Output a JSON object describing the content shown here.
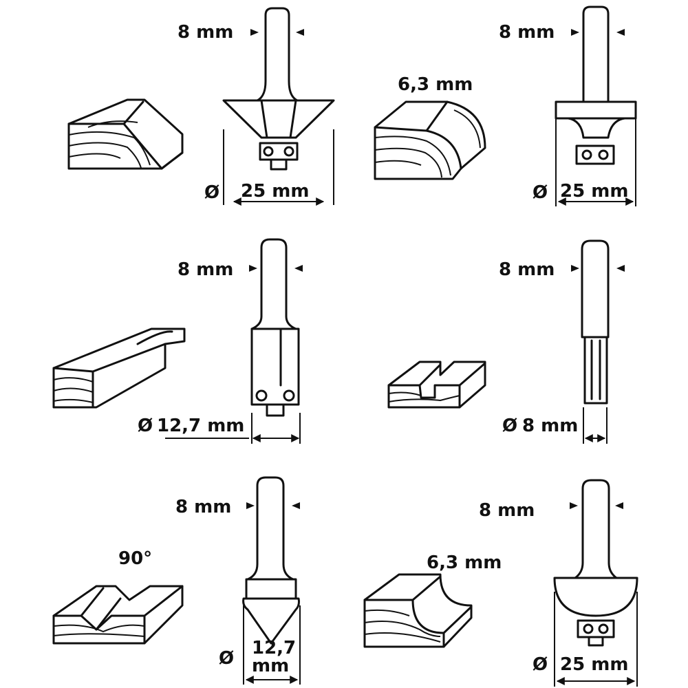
{
  "bits": [
    {
      "shank": "8 mm",
      "diameter_symbol": "Ø",
      "diameter": "25 mm"
    },
    {
      "shank": "8 mm",
      "radius": "6,3 mm",
      "diameter_symbol": "Ø",
      "diameter": "25 mm"
    },
    {
      "shank": "8 mm",
      "diameter_symbol": "Ø",
      "diameter": "12,7 mm"
    },
    {
      "shank": "8 mm",
      "diameter_symbol": "Ø",
      "diameter": "8 mm"
    },
    {
      "shank": "8 mm",
      "angle": "90°",
      "diameter_symbol": "Ø",
      "diameter_line1": "12,7",
      "diameter_line2": "mm"
    },
    {
      "shank": "8 mm",
      "radius": "6,3 mm",
      "diameter_symbol": "Ø",
      "diameter": "25 mm"
    }
  ],
  "colors": {
    "ink": "#111111",
    "paper": "#ffffff"
  }
}
